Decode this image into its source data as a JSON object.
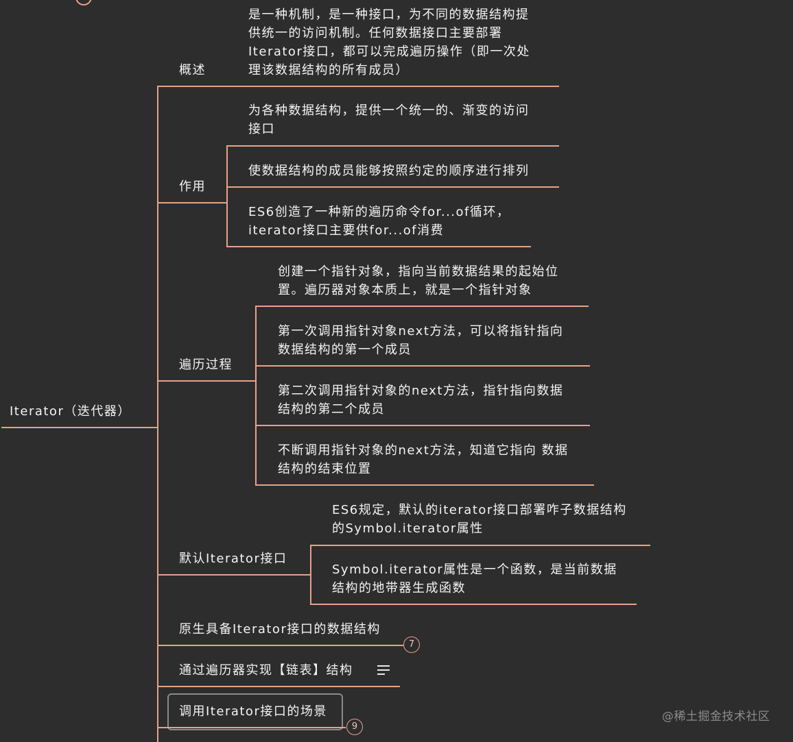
{
  "root": {
    "label": "Iterator（迭代器）"
  },
  "branches": [
    {
      "label": "概述",
      "children": [
        "是一种机制，是一种接口，为不同的数据结构提\n供统一的访问机制。任何数据接口主要部署\nIterator接口，都可以完成遍历操作（即一次处\n理该数据结构的所有成员）"
      ]
    },
    {
      "label": "作用",
      "children": [
        "为各种数据结构，提供一个统一的、渐变的访问\n接口",
        "使数据结构的成员能够按照约定的顺序进行排列",
        "ES6创造了一种新的遍历命令for...of循环，\niterator接口主要供for...of消费"
      ]
    },
    {
      "label": "遍历过程",
      "children": [
        "创建一个指针对象，指向当前数据结果的起始位\n置。遍历器对象本质上，就是一个指针对象",
        "第一次调用指针对象next方法，可以将指针指向\n数据结构的第一个成员",
        "第二次调用指针对象的next方法，指针指向数据\n结构的第二个成员",
        "不断调用指针对象的next方法，知道它指向 数据\n结构的结束位置"
      ]
    },
    {
      "label": "默认Iterator接口",
      "children": [
        "ES6规定，默认的iterator接口部署咋子数据结构\n的Symbol.iterator属性",
        "Symbol.iterator属性是一个函数，是当前数据\n结构的地带器生成函数"
      ]
    },
    {
      "label": "原生具备Iterator接口的数据结构",
      "collapsed_count": "7"
    },
    {
      "label": "通过遍历器实现【链表】结构",
      "icon": "note-icon"
    },
    {
      "label": "调用Iterator接口的场景",
      "collapsed_count": "9",
      "selected": true
    }
  ],
  "watermark": "@稀土掘金技术社区",
  "colors": {
    "background": "#2d2d2d",
    "line": "#e8a28a",
    "text": "#f4f4f4",
    "selection": "#8a8a8a"
  }
}
